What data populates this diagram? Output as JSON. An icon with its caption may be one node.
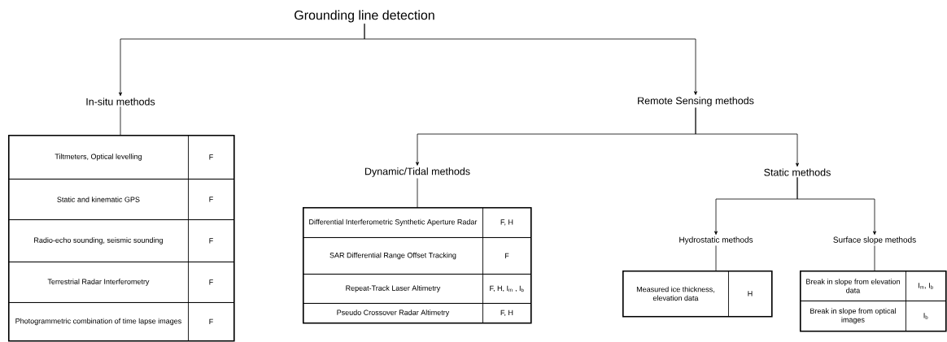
{
  "diagram": {
    "nodes": [
      {
        "text": [
          "Grounding line detection"
        ]
      },
      {
        "text": [
          "In-situ methods"
        ]
      },
      {
        "text": [
          "Remote Sensing methods"
        ]
      },
      {
        "text": [],
        "shape": "box"
      },
      {
        "text": [
          "Tiltmeters, Optical levelling",
          "F"
        ],
        "in": 3
      },
      {
        "text": [
          "Static and kinematic GPS",
          "F"
        ],
        "in": 3
      },
      {
        "text": [
          "Radio-echo sounding, seismic sounding",
          "F"
        ],
        "in": 3
      },
      {
        "text": [
          "Terrestrial Radar Interferometry",
          "F"
        ],
        "in": 3
      },
      {
        "text": [
          "Photogrammetric combination of time lapse images",
          "F"
        ],
        "in": 3
      },
      {
        "text": [
          "Dynamic/Tidal methods"
        ]
      },
      {
        "text": [
          "Static methods"
        ]
      },
      {
        "text": [],
        "shape": "box"
      },
      {
        "text": [
          "Differential Interferometric Synthetic Aperture Radar",
          "F, H"
        ],
        "in": 11
      },
      {
        "text": [
          "SAR Differential Range Offset Tracking",
          "F"
        ],
        "in": 11
      },
      {
        "text": [
          "Repeat-Track Laser Altimetry",
          "F, H, I$_{m}$ , I$_{b}$"
        ],
        "in": 11
      },
      {
        "text": [
          "Pseudo Crossover Radar Altimetry",
          "F, H"
        ],
        "in": 11
      },
      {
        "text": [
          "Hydrostatic methods"
        ]
      },
      {
        "text": [
          "Surface slope methods"
        ]
      },
      {
        "text": [],
        "shape": "box"
      },
      {
        "text": [
          "Measured ice thickness, elevation data",
          "H"
        ],
        "in": 18
      },
      {
        "text": [],
        "shape": "box"
      },
      {
        "text": [
          "Break in slope from elevation data",
          "I$_{m}$, I$_{b}$"
        ],
        "in": 20
      },
      {
        "text": [
          "Break in slope from optical images",
          "I$_{b}$"
        ],
        "in": 20
      }
    ],
    "edges": [
      {
        "from": 0,
        "to": 1,
        "arrow": "to"
      },
      {
        "from": 0,
        "to": 2,
        "arrow": "to"
      },
      {
        "from": 1,
        "to": 3,
        "arrow": "none"
      },
      {
        "from": 2,
        "to": 9,
        "arrow": "to"
      },
      {
        "from": 2,
        "to": 10,
        "arrow": "to"
      },
      {
        "from": 9,
        "to": 11,
        "arrow": "none"
      },
      {
        "from": 10,
        "to": 16,
        "arrow": "to"
      },
      {
        "from": 10,
        "to": 17,
        "arrow": "to"
      },
      {
        "from": 16,
        "to": 18,
        "arrow": "none"
      },
      {
        "from": 17,
        "to": 20,
        "arrow": "none"
      }
    ]
  }
}
